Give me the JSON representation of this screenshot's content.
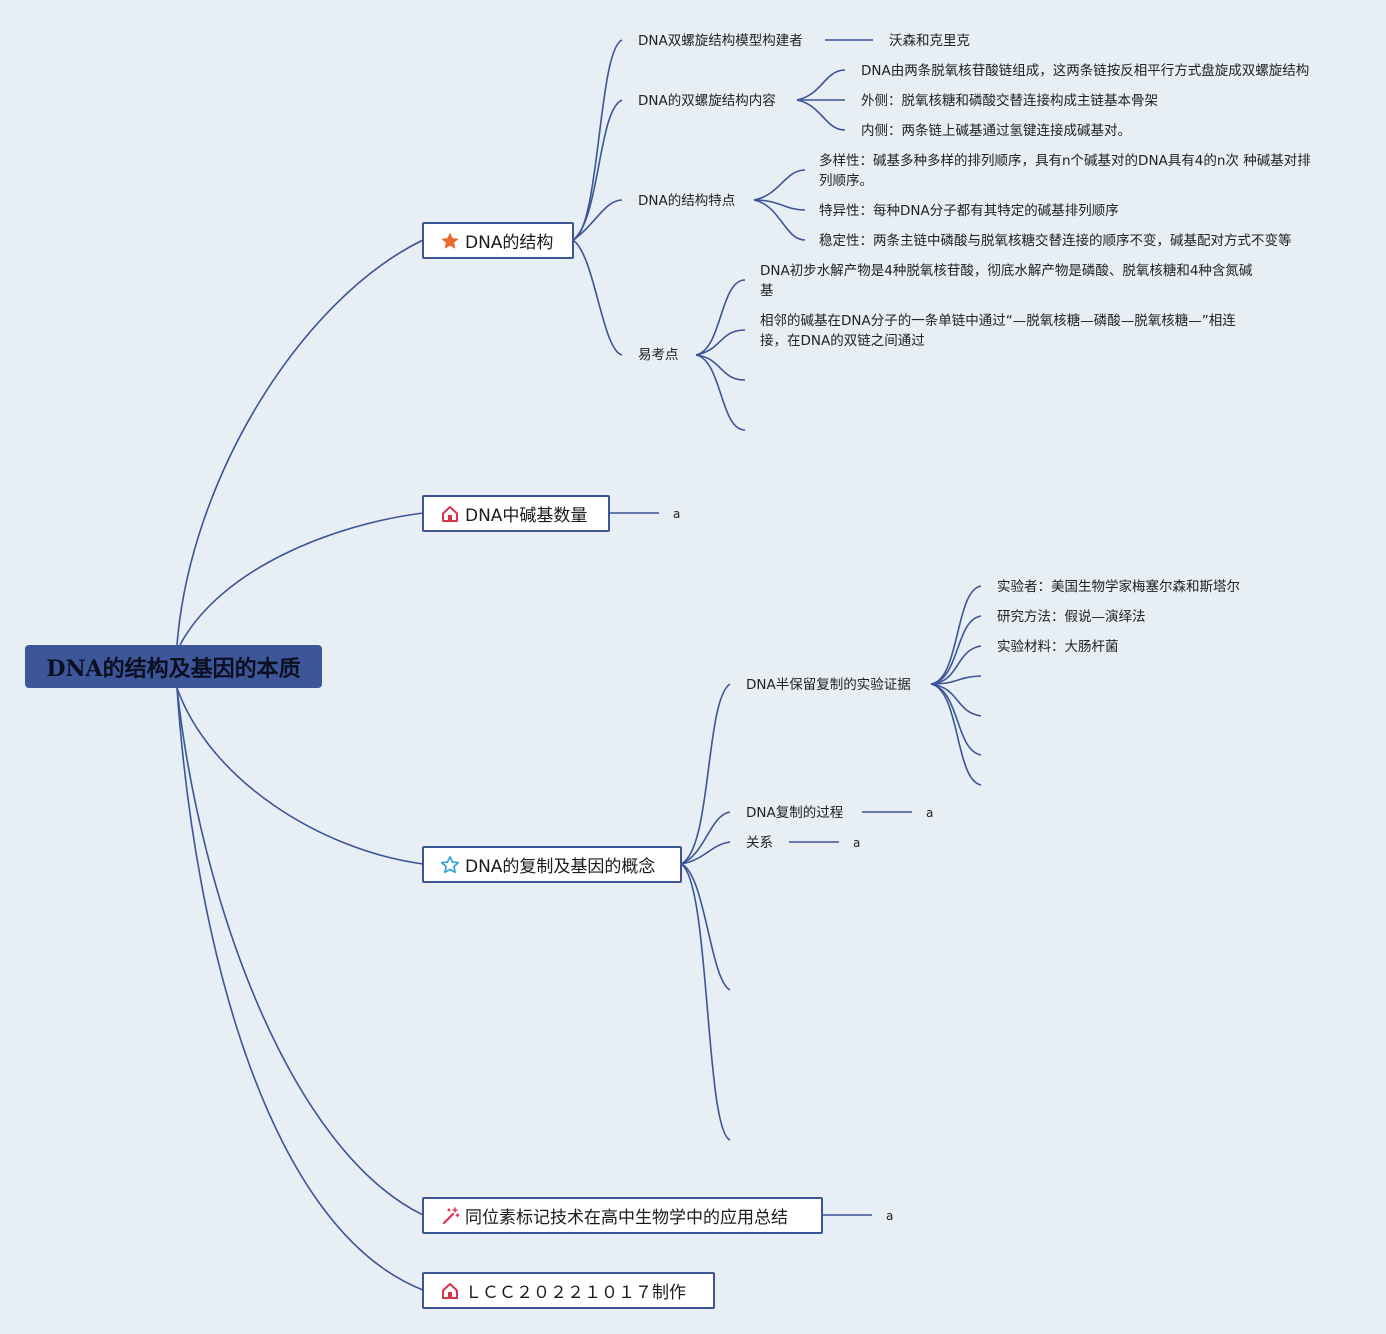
{
  "root": {
    "title": "DNA的结构及基因的本质"
  },
  "branches": {
    "structure": {
      "label": "DNA的结构",
      "icon": "star-orange-icon",
      "builders": {
        "label": "DNA双螺旋结构模型构建者",
        "value": "沃森和克里克"
      },
      "content": {
        "label": "DNA的双螺旋结构内容",
        "items": [
          "DNA由两条脱氧核苷酸链组成，这两条链按反相平行方式盘旋成双螺旋结构",
          "外侧：脱氧核糖和磷酸交替连接构成主链基本骨架",
          "内侧：两条链上碱基通过氢键连接成碱基对。"
        ]
      },
      "features": {
        "label": "DNA的结构特点",
        "items": [
          "多样性：碱基多种多样的排列顺序，具有n个碱基对的DNA具有4的n次 种碱基对排列顺序。",
          "特异性：每种DNA分子都有其特定的碱基排列顺序",
          "稳定性：两条主链中磷酸与脱氧核糖交替连接的顺序不变，碱基配对方式不变等"
        ]
      },
      "pitfalls": {
        "label": "易考点",
        "items": [
          "DNA初步水解产物是4种脱氧核苷酸，彻底水解产物是磷酸、脱氧核糖和4种含氮碱基",
          "相邻的碱基在DNA分子的一条单链中通过“—脱氧核糖—磷酸—脱氧核糖—”相连接，在DNA的双链之间通过"
        ]
      }
    },
    "bases": {
      "label": "DNA中碱基数量",
      "icon": "home-red-icon",
      "value": "a"
    },
    "replication": {
      "label": "DNA的复制及基因的概念",
      "icon": "star-outline-blue-icon",
      "evidence": {
        "label": "DNA半保留复制的实验证据",
        "items": [
          "实验者：美国生物学家梅塞尔森和斯塔尔",
          "研究方法：假说—演绎法",
          "实验材料：大肠杆菌"
        ]
      },
      "process": {
        "label": "DNA复制的过程",
        "value": "a"
      },
      "relation": {
        "label": "关系",
        "value": "a"
      }
    },
    "isotope": {
      "label": "同位素标记技术在高中生物学中的应用总结",
      "icon": "magic-wand-icon",
      "value": "a"
    },
    "credit": {
      "label": "ＬＣＣ２０２２１０１７制作",
      "icon": "home-red-icon"
    }
  },
  "colors": {
    "background": "#e7eef4",
    "root_fill": "#3d5599",
    "line": "#3d5497"
  }
}
